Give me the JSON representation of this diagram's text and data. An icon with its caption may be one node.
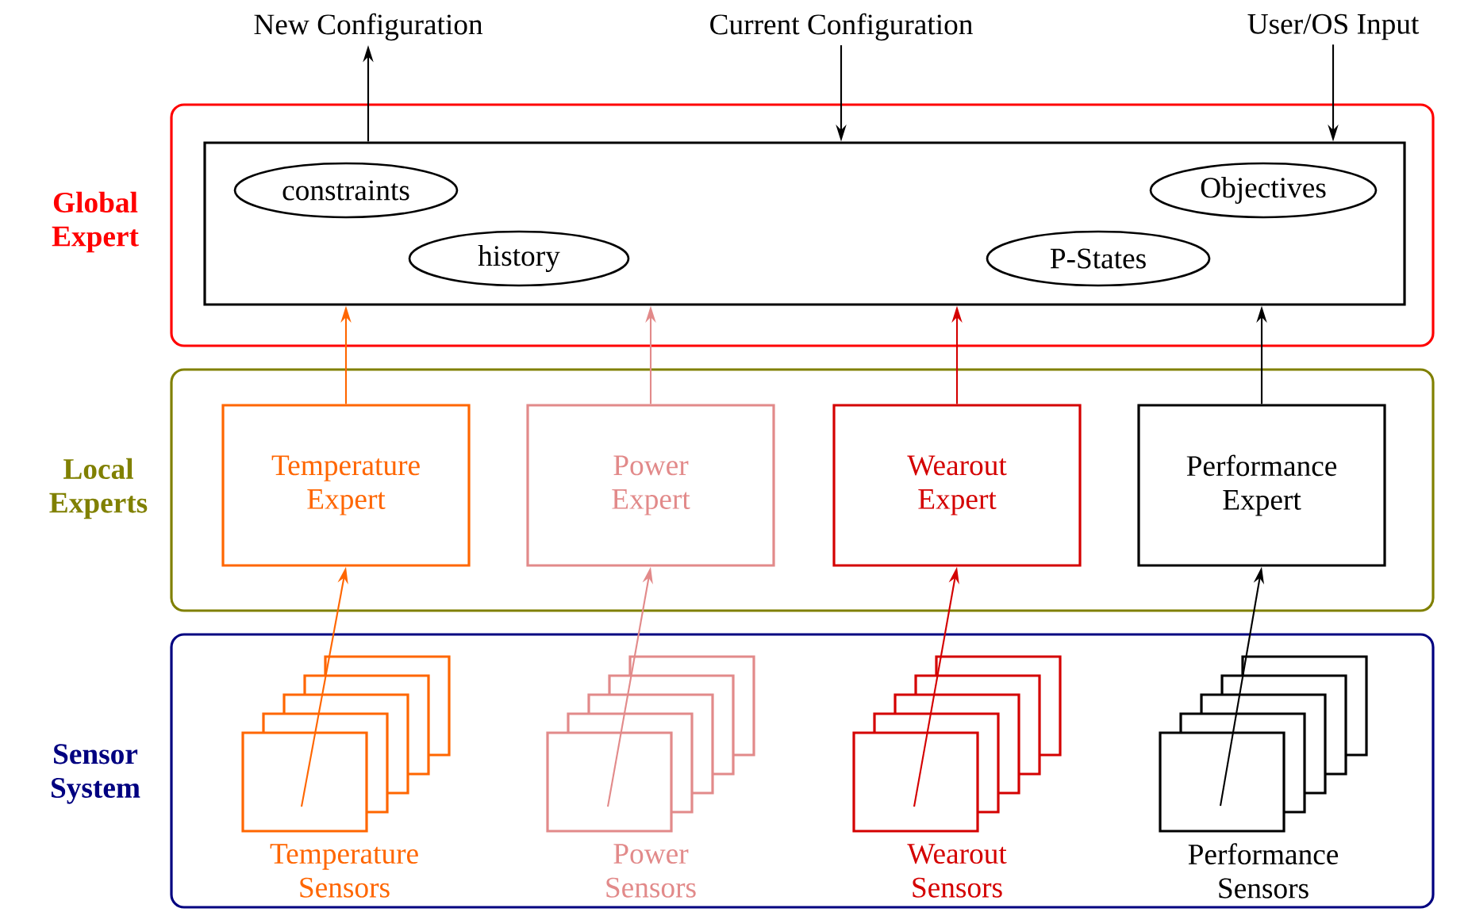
{
  "diagram": {
    "nodes": [
      {
        "text": [
          "Global Expert"
        ]
      },
      {
        "text": [],
        "shape": "box",
        "in": 0
      },
      {
        "text": [
          "constraints"
        ],
        "in": 1
      },
      {
        "text": [
          "Objectives"
        ],
        "in": 1
      },
      {
        "text": [
          "history"
        ],
        "in": 1
      },
      {
        "text": [
          "P-States"
        ],
        "in": 1
      },
      {
        "text": [
          "Local Experts"
        ]
      },
      {
        "text": [
          "Temperature Expert"
        ],
        "in": 6
      },
      {
        "text": [
          "Power Expert"
        ],
        "in": 6
      },
      {
        "text": [
          "Wearout Expert"
        ],
        "in": 6
      },
      {
        "text": [
          "Performance Expert"
        ],
        "in": 6
      },
      {
        "text": [
          "Sensor System"
        ]
      },
      {
        "text": [
          "Temperature Sensors"
        ],
        "in": 11
      },
      {
        "text": [
          "Power Sensors"
        ],
        "in": 11
      },
      {
        "text": [
          "Wearout Sensors"
        ],
        "in": 11
      },
      {
        "text": [
          "Performance Sensors"
        ],
        "in": 11
      },
      {
        "text": [
          "New Configuration"
        ]
      },
      {
        "text": [
          "Current Configuration"
        ]
      },
      {
        "text": [
          "User/OS Input"
        ]
      }
    ],
    "edges": [
      {
        "from": 1,
        "to": 16,
        "arrow": "to"
      },
      {
        "from": 17,
        "to": 1,
        "arrow": "to"
      },
      {
        "from": 18,
        "to": 1,
        "arrow": "to"
      },
      {
        "from": 7,
        "to": 1,
        "arrow": "to",
        "color": "#ff6600"
      },
      {
        "from": 8,
        "to": 1,
        "arrow": "to",
        "color": "#e28a8a"
      },
      {
        "from": 9,
        "to": 1,
        "arrow": "to",
        "color": "#d40000"
      },
      {
        "from": 10,
        "to": 1,
        "arrow": "to"
      },
      {
        "from": 12,
        "to": 7,
        "arrow": "to",
        "color": "#ff6600"
      },
      {
        "from": 13,
        "to": 8,
        "arrow": "to",
        "color": "#e28a8a"
      },
      {
        "from": 14,
        "to": 9,
        "arrow": "to",
        "color": "#d40000"
      },
      {
        "from": 15,
        "to": 10,
        "arrow": "to"
      }
    ]
  }
}
